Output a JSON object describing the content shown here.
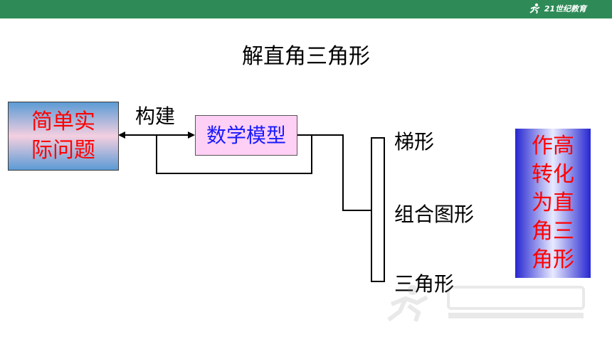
{
  "header": {
    "logo_text": "21世纪教育"
  },
  "title": "解直角三角形",
  "left_box": "简单实际问题",
  "arrow_label": "构建",
  "model_box": "数学模型",
  "branches": [
    "梯形",
    "组合图形",
    "三角形"
  ],
  "right_box": "作高转化为直角三角形",
  "colors": {
    "top_bar": "#2e8b57",
    "red_text": "#ff0000",
    "blue_text": "#1a1aff",
    "model_fill": "#ffd0f5"
  }
}
